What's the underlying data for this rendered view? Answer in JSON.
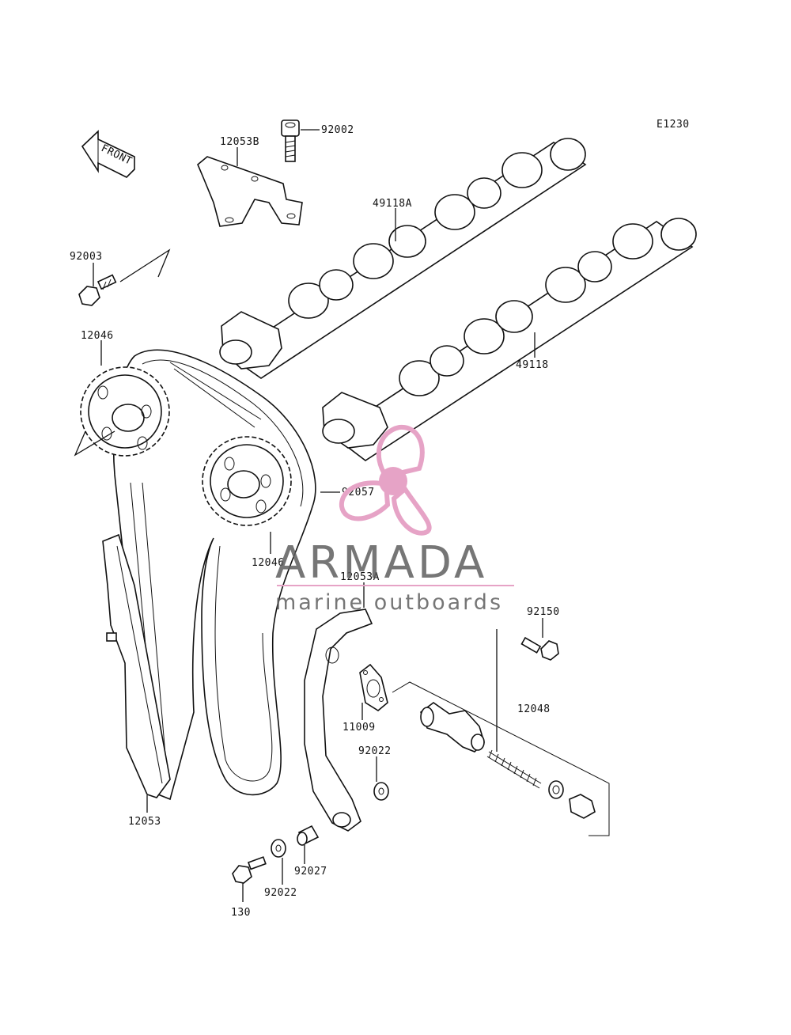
{
  "diagram_code": "E1230",
  "front_label": "FRONT",
  "parts": [
    {
      "id": "12053B",
      "label": "12053B"
    },
    {
      "id": "92002",
      "label": "92002"
    },
    {
      "id": "49118A",
      "label": "49118A"
    },
    {
      "id": "92003",
      "label": "92003"
    },
    {
      "id": "12046-left",
      "label": "12046"
    },
    {
      "id": "49118",
      "label": "49118"
    },
    {
      "id": "92057",
      "label": "92057"
    },
    {
      "id": "12046-right",
      "label": "12046"
    },
    {
      "id": "12053A",
      "label": "12053A"
    },
    {
      "id": "92150",
      "label": "92150"
    },
    {
      "id": "12048",
      "label": "12048"
    },
    {
      "id": "11009",
      "label": "11009"
    },
    {
      "id": "92022-upper",
      "label": "92022"
    },
    {
      "id": "12053",
      "label": "12053"
    },
    {
      "id": "92027",
      "label": "92027"
    },
    {
      "id": "92022-lower",
      "label": "92022"
    },
    {
      "id": "130",
      "label": "130"
    }
  ],
  "watermark": {
    "brand": "ARMADA",
    "tagline": "marine outboards",
    "accent_color": "#e6a3c6",
    "accent_dark": "#d98ab5",
    "text_color": "#5f5f5f"
  }
}
